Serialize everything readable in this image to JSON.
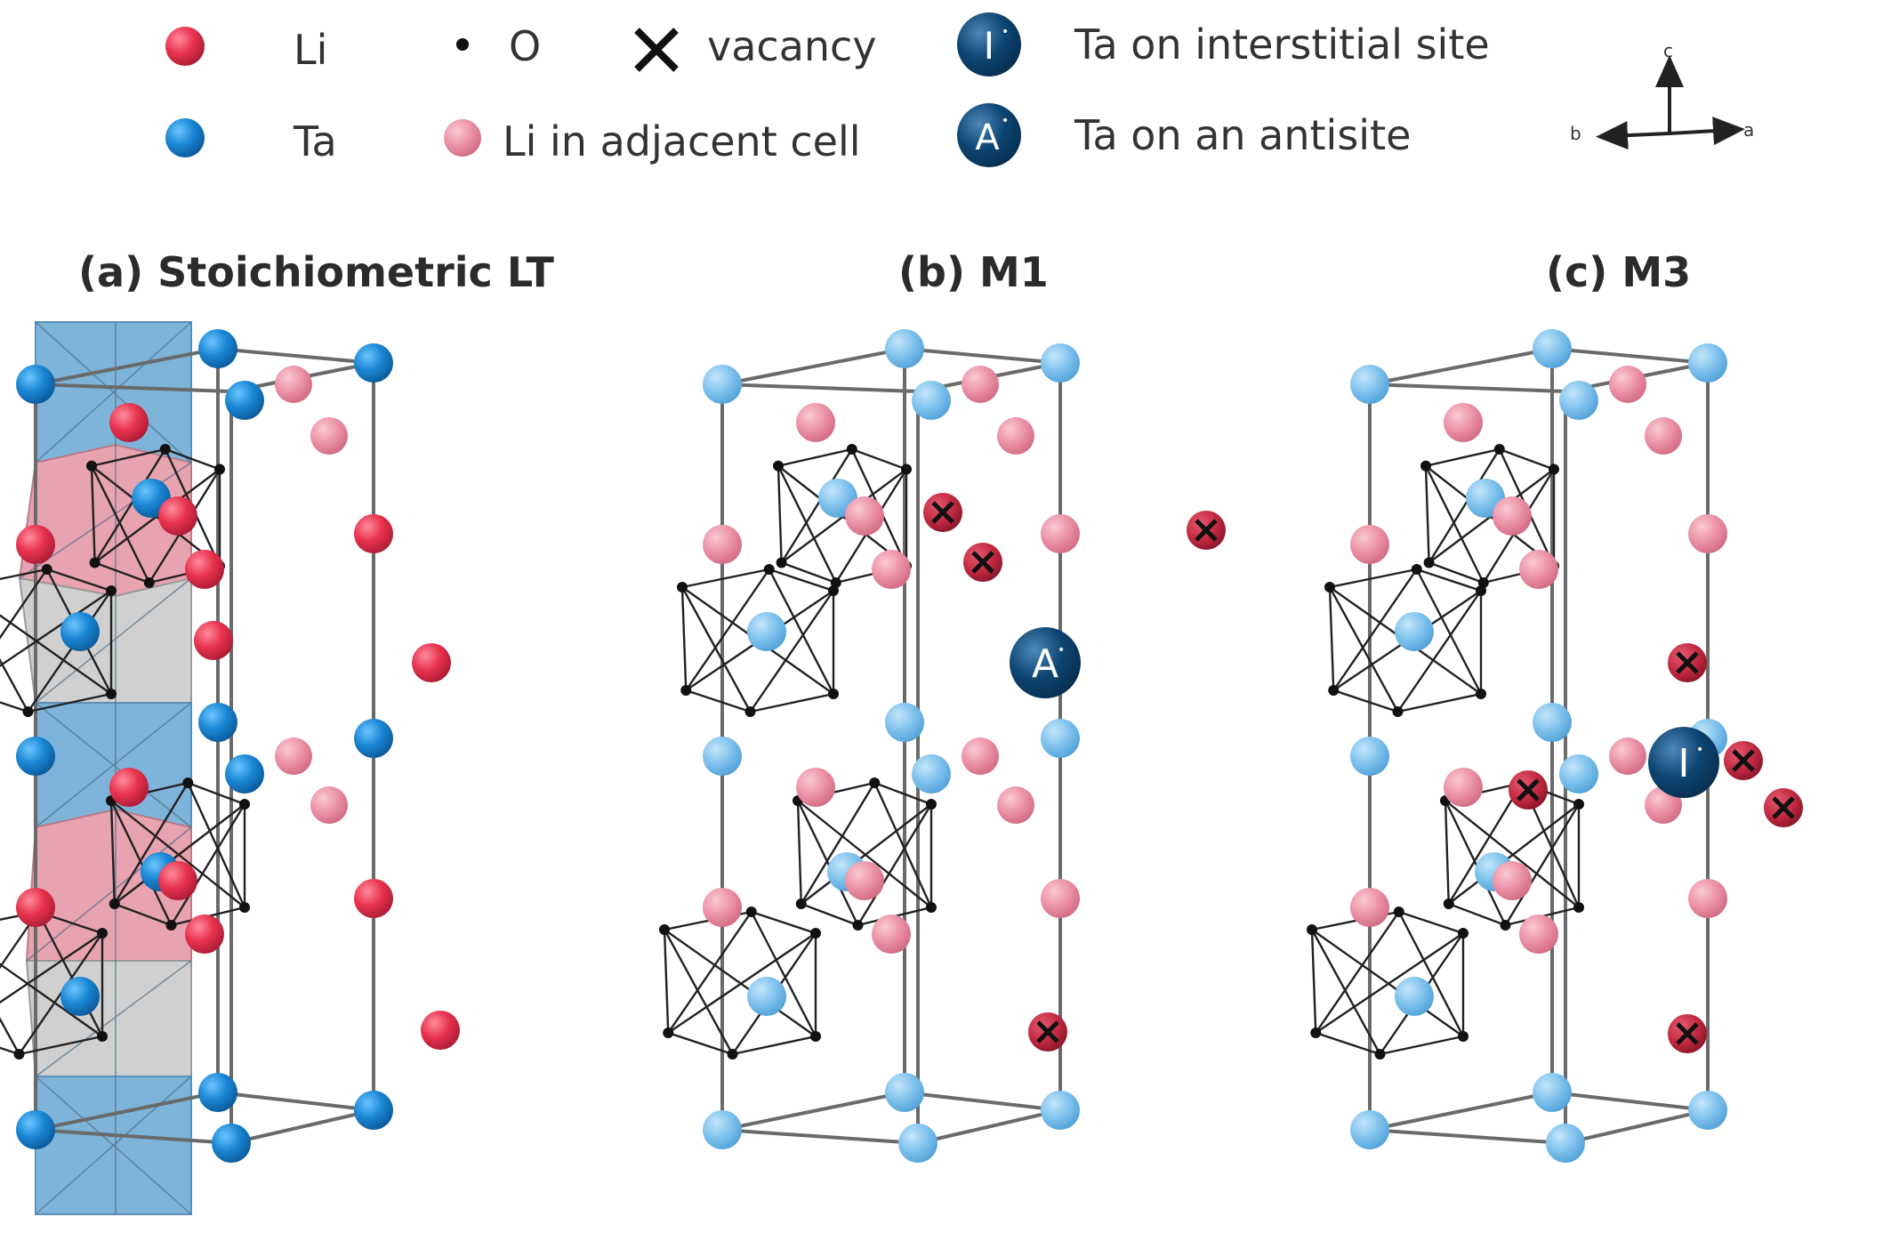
{
  "legend": {
    "li": "Li",
    "ta": "Ta",
    "o": "O",
    "li_adjacent": "Li in adjacent cell",
    "vacancy": "vacancy",
    "ta_interstitial": "Ta on interstitial site",
    "ta_antisite": "Ta on an antisite",
    "interstitial_symbol": "I",
    "antisite_symbol": "A"
  },
  "axes": {
    "c": "c",
    "b": "b",
    "a": "a"
  },
  "panels": [
    {
      "title": "(a) Stoichiometric LT"
    },
    {
      "title": "(b) M1"
    },
    {
      "title": "(c) M3"
    }
  ],
  "colors": {
    "li": "#e8324f",
    "ta": "#1a86d4",
    "li_faded": "#ea8fa4",
    "ta_faded": "#7cc0ec",
    "defect": "#0d4572",
    "vacancy_fill": "#c0283f"
  }
}
